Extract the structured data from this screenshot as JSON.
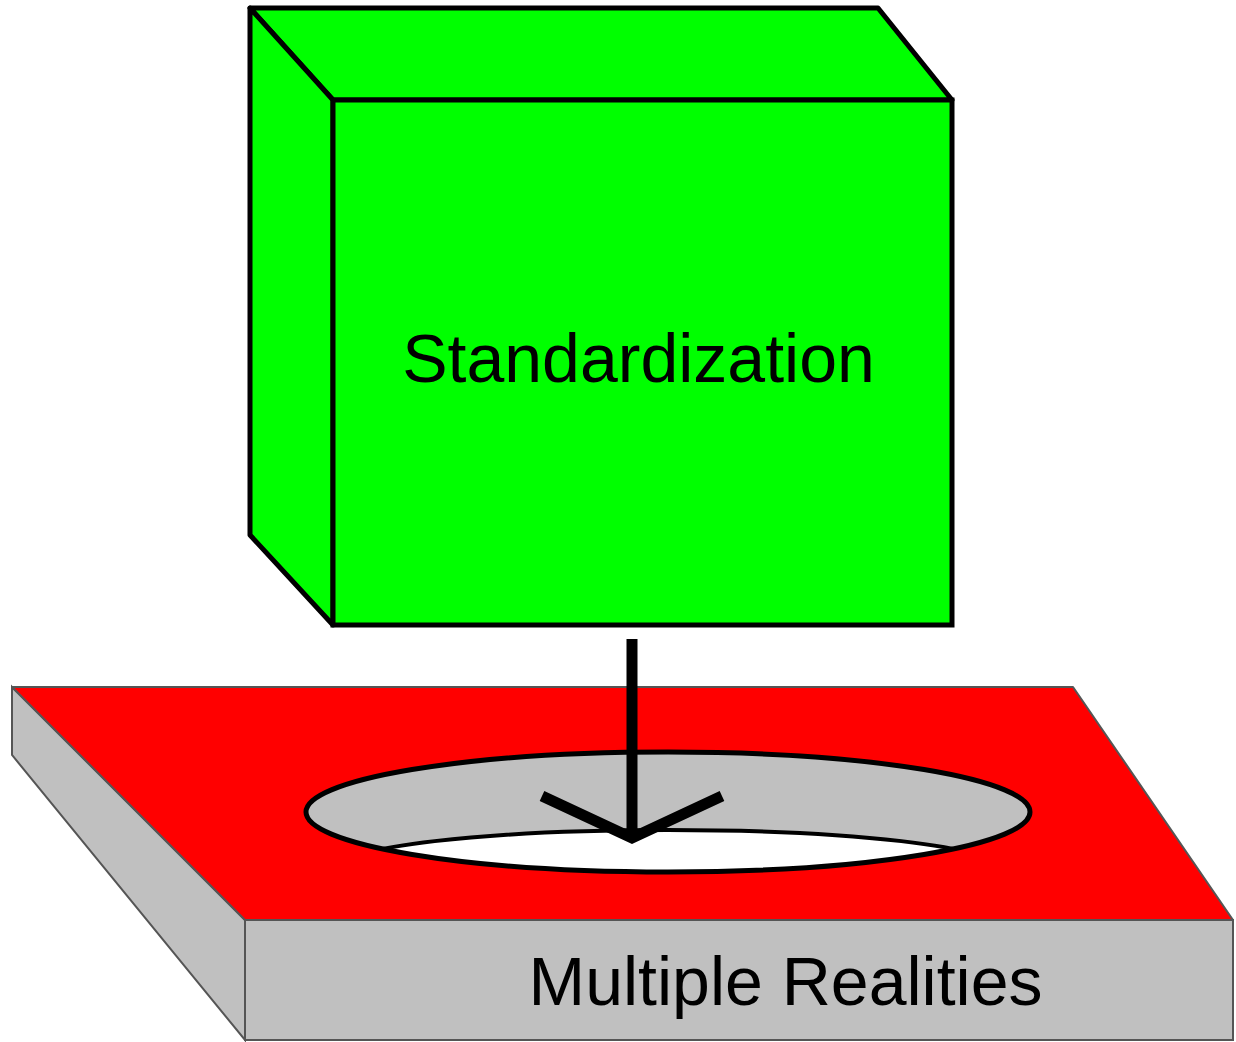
{
  "diagram": {
    "nodes": [
      {
        "text": [
          "Standardization"
        ]
      },
      {
        "text": [
          "Multiple Realities"
        ]
      }
    ],
    "edges": [
      {
        "from": 0,
        "to": 1,
        "arrow": "to"
      }
    ]
  }
}
